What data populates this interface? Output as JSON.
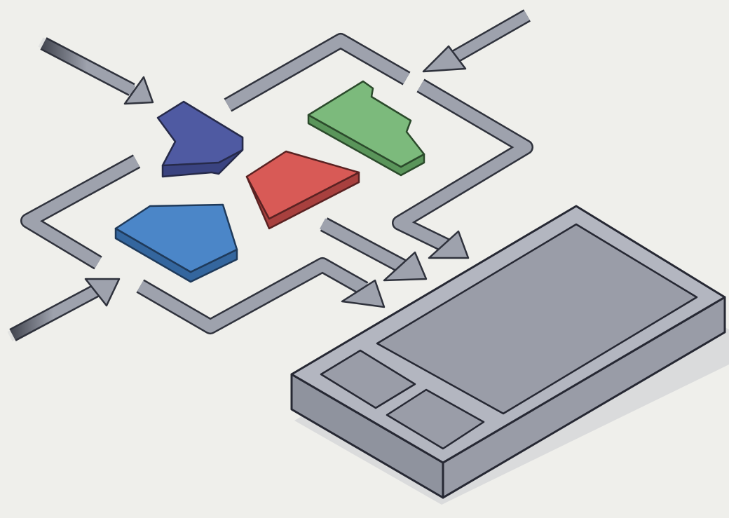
{
  "canvas": {
    "background": "#efefeb"
  },
  "colors": {
    "arrow_fill": "#9ea2ad",
    "arrow_edge": "#2f323c",
    "piece_indigo": "#4f5aa2",
    "piece_indigo_side": "#3a4380",
    "piece_green": "#7cba7c",
    "piece_green_side": "#5a955a",
    "piece_red": "#d85a56",
    "piece_red_side": "#a8403e",
    "piece_blue": "#4b86c8",
    "piece_blue_side": "#34669e",
    "device_top": "#b3b6c0",
    "device_side": "#8f939e",
    "device_screen": "#9a9da8",
    "device_shadow": "#d6d7d9"
  },
  "diagram": {
    "pieces": [
      {
        "name": "indigo-piece",
        "color": "indigo"
      },
      {
        "name": "green-piece",
        "color": "green"
      },
      {
        "name": "red-piece",
        "color": "red"
      },
      {
        "name": "blue-piece",
        "color": "blue"
      }
    ],
    "arrows": [
      "incoming-arrow-top-left",
      "incoming-arrow-top-right",
      "incoming-arrow-bottom-left",
      "loop-arrow-top-path",
      "loop-arrow-left-path",
      "feed-arrow-to-device"
    ],
    "device": {
      "name": "device-tablet",
      "panels": [
        "main-screen-panel",
        "upper-small-panel",
        "lower-small-panel"
      ]
    }
  }
}
